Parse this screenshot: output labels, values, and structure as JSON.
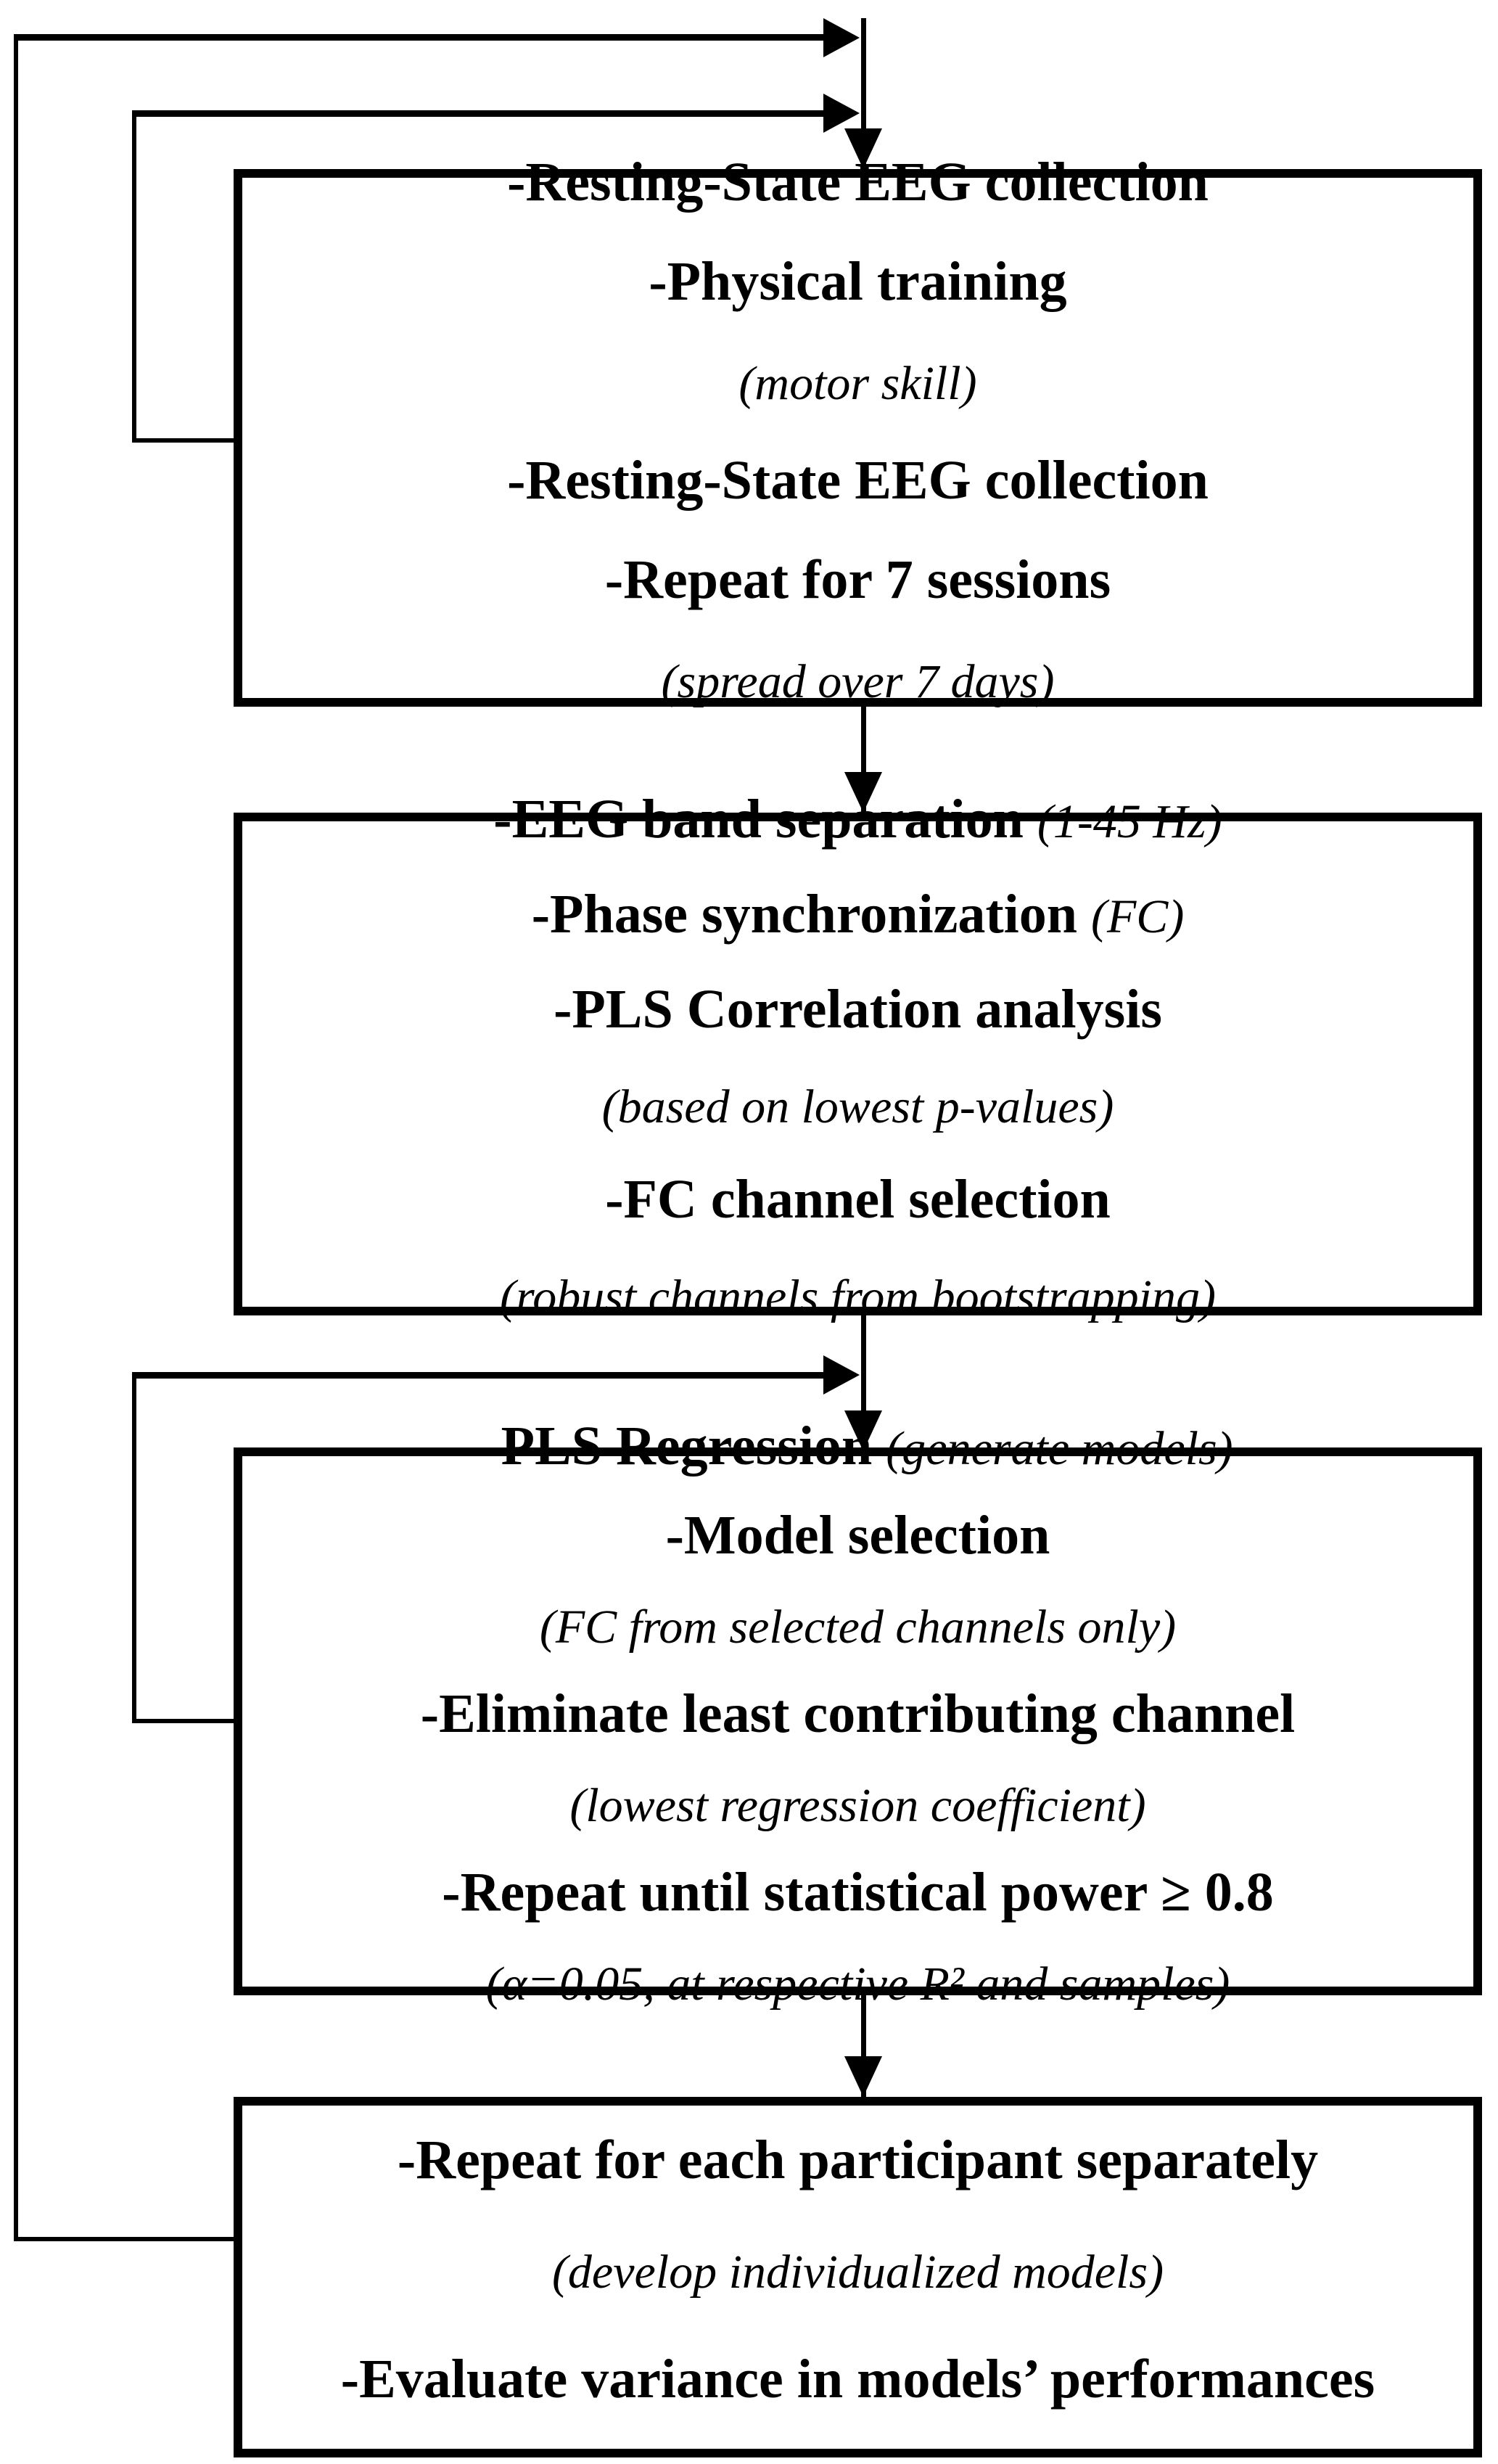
{
  "diagram": {
    "type": "flowchart",
    "background_color": "#ffffff",
    "line_color": "#000000",
    "text_color": "#000000"
  },
  "boxes": [
    {
      "id": "data-collection",
      "lines": [
        {
          "bold": "-Resting-State EEG collection"
        },
        {
          "bold": "-Physical training"
        },
        {
          "italic": "(motor skill)"
        },
        {
          "bold": "-Resting-State EEG collection"
        },
        {
          "bold": "-Repeat for 7 sessions"
        },
        {
          "italic": "(spread over 7 days)"
        }
      ]
    },
    {
      "id": "signal-analysis",
      "lines": [
        {
          "bold": "-EEG band separation ",
          "italic": "(1-45 Hz)"
        },
        {
          "bold": "-Phase synchronization ",
          "italic": "(FC)"
        },
        {
          "bold": "-PLS Correlation analysis"
        },
        {
          "italic": "(based on lowest p-values)"
        },
        {
          "bold": "-FC channel selection"
        },
        {
          "italic": "(robust channels from bootstrapping)"
        }
      ]
    },
    {
      "id": "regression-modeling",
      "lines": [
        {
          "bold": "-PLS Regression ",
          "italic": "(generate models)"
        },
        {
          "bold": "-Model selection"
        },
        {
          "italic": "(FC from selected channels only)"
        },
        {
          "bold": "-Eliminate least contributing channel"
        },
        {
          "italic": "(lowest regression coefficient)"
        },
        {
          "bold": "-Repeat until statistical power ≥ 0.8"
        },
        {
          "italic": "(α=0.05, at respective R² and samples)"
        }
      ]
    },
    {
      "id": "evaluation",
      "lines": [
        {
          "bold": "-Repeat for each participant separately"
        },
        {
          "italic": "(develop individualized models)"
        },
        {
          "bold": "-Evaluate variance in models’ performances"
        }
      ]
    }
  ]
}
